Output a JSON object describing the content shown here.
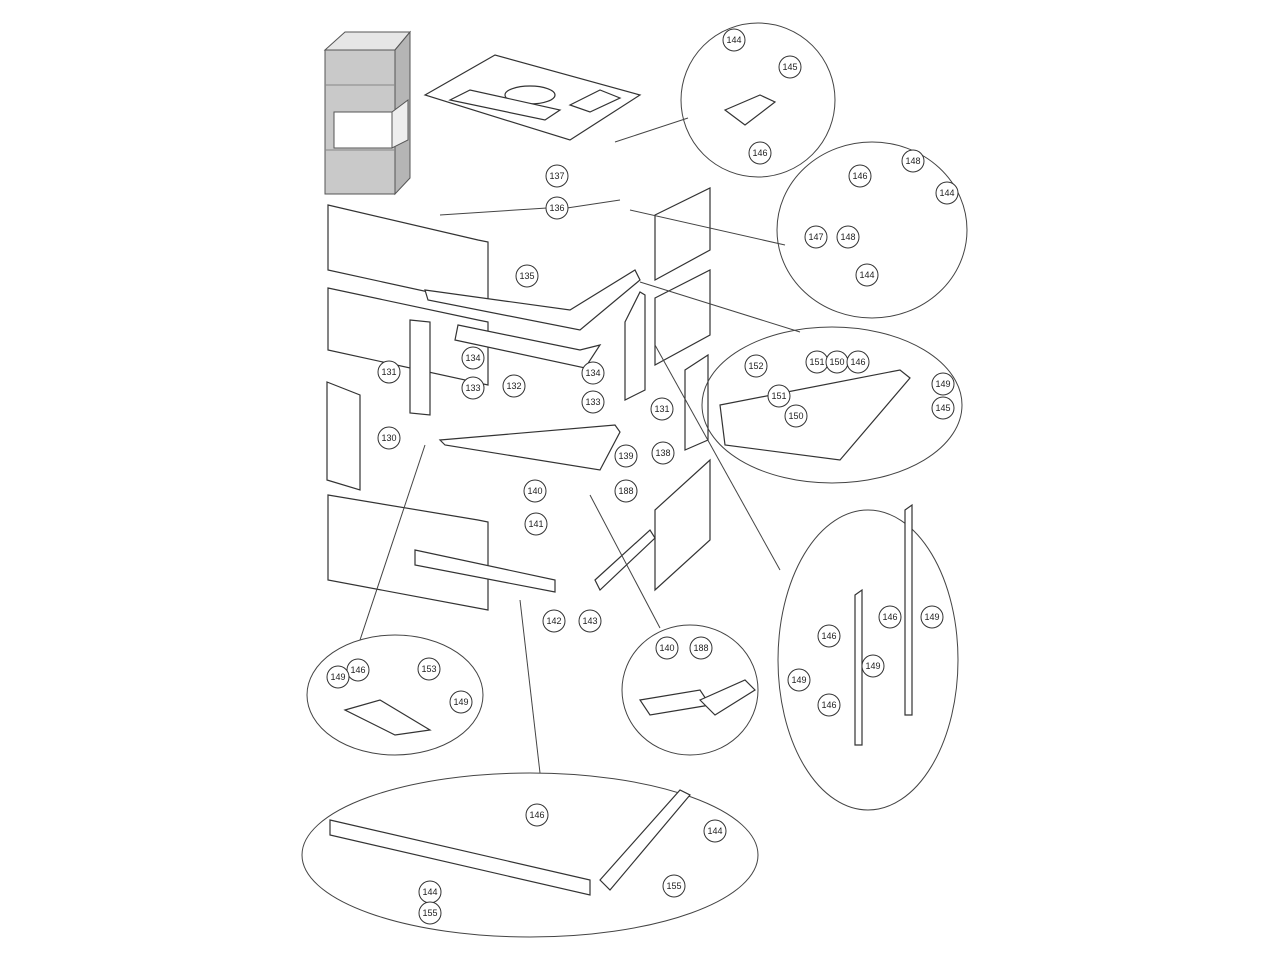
{
  "title": "Exploded parts diagram - fireplace cladding",
  "labels": [
    "137",
    "136",
    "135",
    "134",
    "131",
    "133",
    "132",
    "134",
    "133",
    "131",
    "138",
    "130",
    "139",
    "140",
    "188",
    "141",
    "142",
    "143",
    "144",
    "145",
    "146",
    "146",
    "148",
    "144",
    "147",
    "148",
    "144",
    "152",
    "151",
    "150",
    "146",
    "149",
    "145",
    "151",
    "150",
    "146",
    "146",
    "149",
    "149",
    "149",
    "146",
    "146",
    "149",
    "153",
    "149",
    "140",
    "188",
    "146",
    "144",
    "155",
    "144",
    "155"
  ],
  "colors": {
    "line": "#333333",
    "stove_body": "#c9c9c9",
    "background": "#ffffff"
  }
}
